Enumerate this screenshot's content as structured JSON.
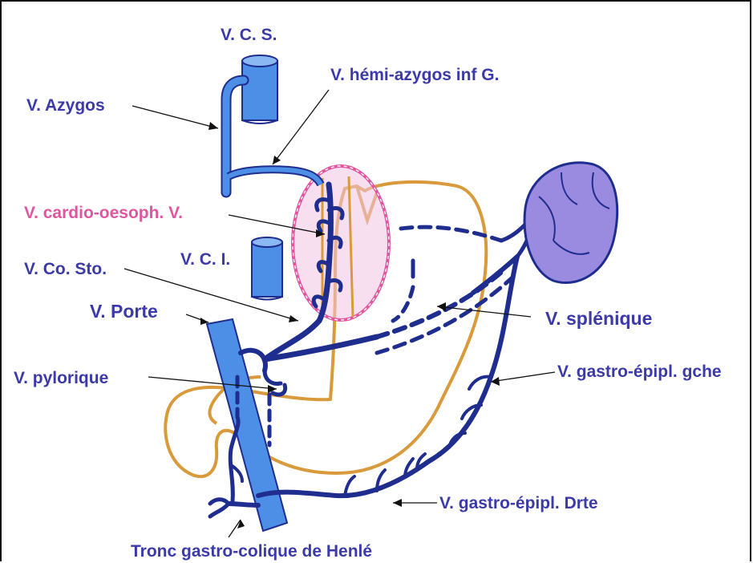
{
  "colors": {
    "label": "#3b3aa8",
    "highlight_label": "#e0559f",
    "vein_fill": "#1f2d8f",
    "vessel_fill": "#4d8fe6",
    "stomach_outline": "#d89a3a",
    "spleen_fill": "#9a8be0",
    "ellipse_fill": "#f3c5e3"
  },
  "labels": {
    "vcs": "V. C. S.",
    "azygos": "V. Azygos",
    "hemi_azygos": "V. hémi-azygos inf G.",
    "cardio_oesoph": "V. cardio-oesoph. V.",
    "vci": "V. C. I.",
    "co_sto": "V. Co. Sto.",
    "porte": "V. Porte",
    "splenique": "V. splénique",
    "pylorique": "V. pylorique",
    "gastro_epipl_gche": "V. gastro-épipl. gche",
    "gastro_epipl_drte": "V. gastro-épipl. Drte",
    "tronc": "Tronc gastro-colique de Henlé"
  }
}
